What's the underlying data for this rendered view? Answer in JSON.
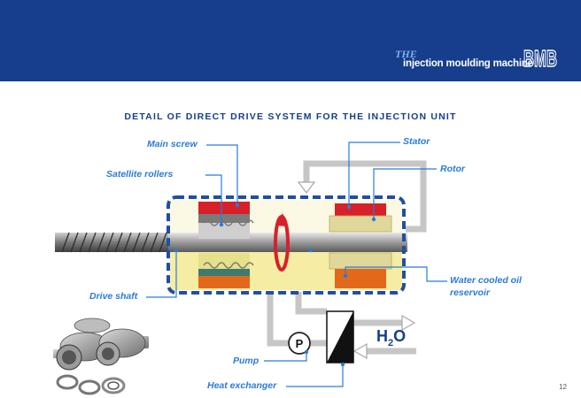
{
  "header": {
    "tagline_prefix": "THE",
    "tagline": "injection moulding machine",
    "logo": "BMB"
  },
  "title": "DETAIL OF DIRECT DRIVE SYSTEM FOR THE INJECTION UNIT",
  "labels": {
    "main_screw": "Main screw",
    "satellite_rollers": "Satellite rollers",
    "stator": "Stator",
    "rotor": "Rotor",
    "water_cooled": "Water cooled oil",
    "reservoir": "reservoir",
    "drive_shaft": "Drive shaft",
    "pump": "Pump",
    "heat_exchanger": "Heat exchanger",
    "pump_symbol": "P",
    "h2o_h": "H",
    "h2o_2": "2",
    "h2o_o": "O"
  },
  "page_number": "12",
  "colors": {
    "header_blue": "#163e8c",
    "label_blue": "#2a7bd8",
    "oil_yellow": "#f5eda3",
    "stator_red": "#d8202a",
    "rotor_orange": "#e2691c"
  }
}
